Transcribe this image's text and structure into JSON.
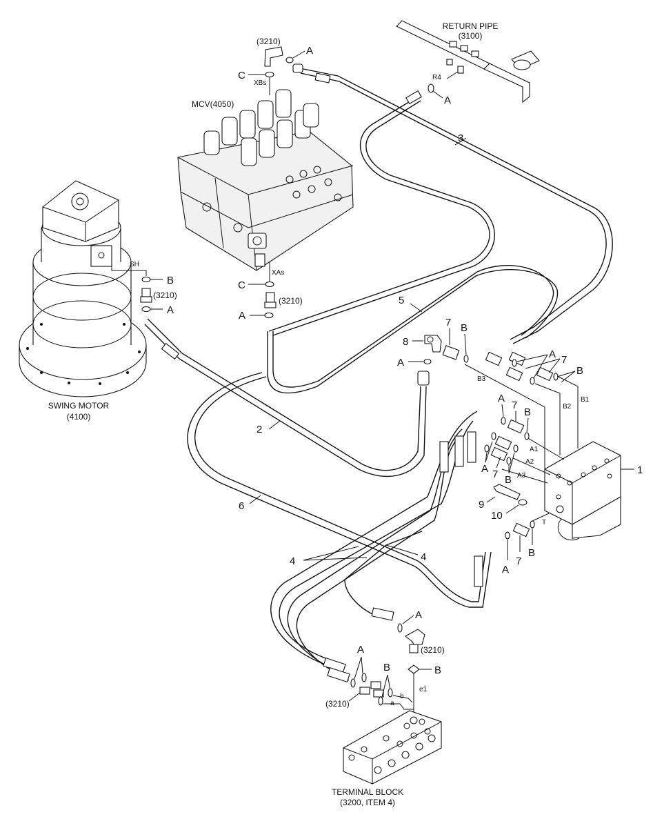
{
  "components": {
    "return_pipe": {
      "name": "RETURN PIPE",
      "code": "(3100)"
    },
    "mcv": {
      "name": "MCV(4050)"
    },
    "swing_motor": {
      "name": "SWING MOTOR",
      "code": "(4100)"
    },
    "terminal_block": {
      "name": "TERMINAL BLOCK",
      "code": "(3200, ITEM 4)"
    }
  },
  "ports": {
    "r4": "R4",
    "xbs": "XBs",
    "xas": "XAs",
    "sh": "SH",
    "b3": "B3",
    "b2": "B2",
    "b1": "B1",
    "a1": "A1",
    "a2": "A2",
    "a3": "A3",
    "t": "T",
    "a_small": "a",
    "b_small": "b",
    "e1": "e1"
  },
  "callouts": {
    "a": "A",
    "b": "B",
    "c": "C",
    "ref_3210": "(3210)",
    "n1": "1",
    "n2": "2",
    "n3": "3",
    "n4": "4",
    "n5": "5",
    "n6": "6",
    "n7": "7",
    "n8": "8",
    "n9": "9",
    "n10": "10"
  }
}
